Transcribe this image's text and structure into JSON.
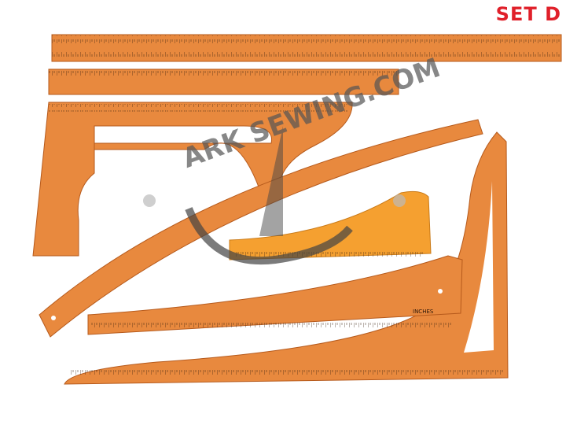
{
  "title": "SET D",
  "watermark": "ARK SEWING.COM",
  "colors": {
    "ruler": "#e8893e",
    "ruler_edge": "#b65a1c",
    "light_ruler": "#f5a030",
    "title": "#e0202a",
    "watermark": "#555555"
  },
  "ruler_labels": {
    "inches": "INCHES"
  }
}
